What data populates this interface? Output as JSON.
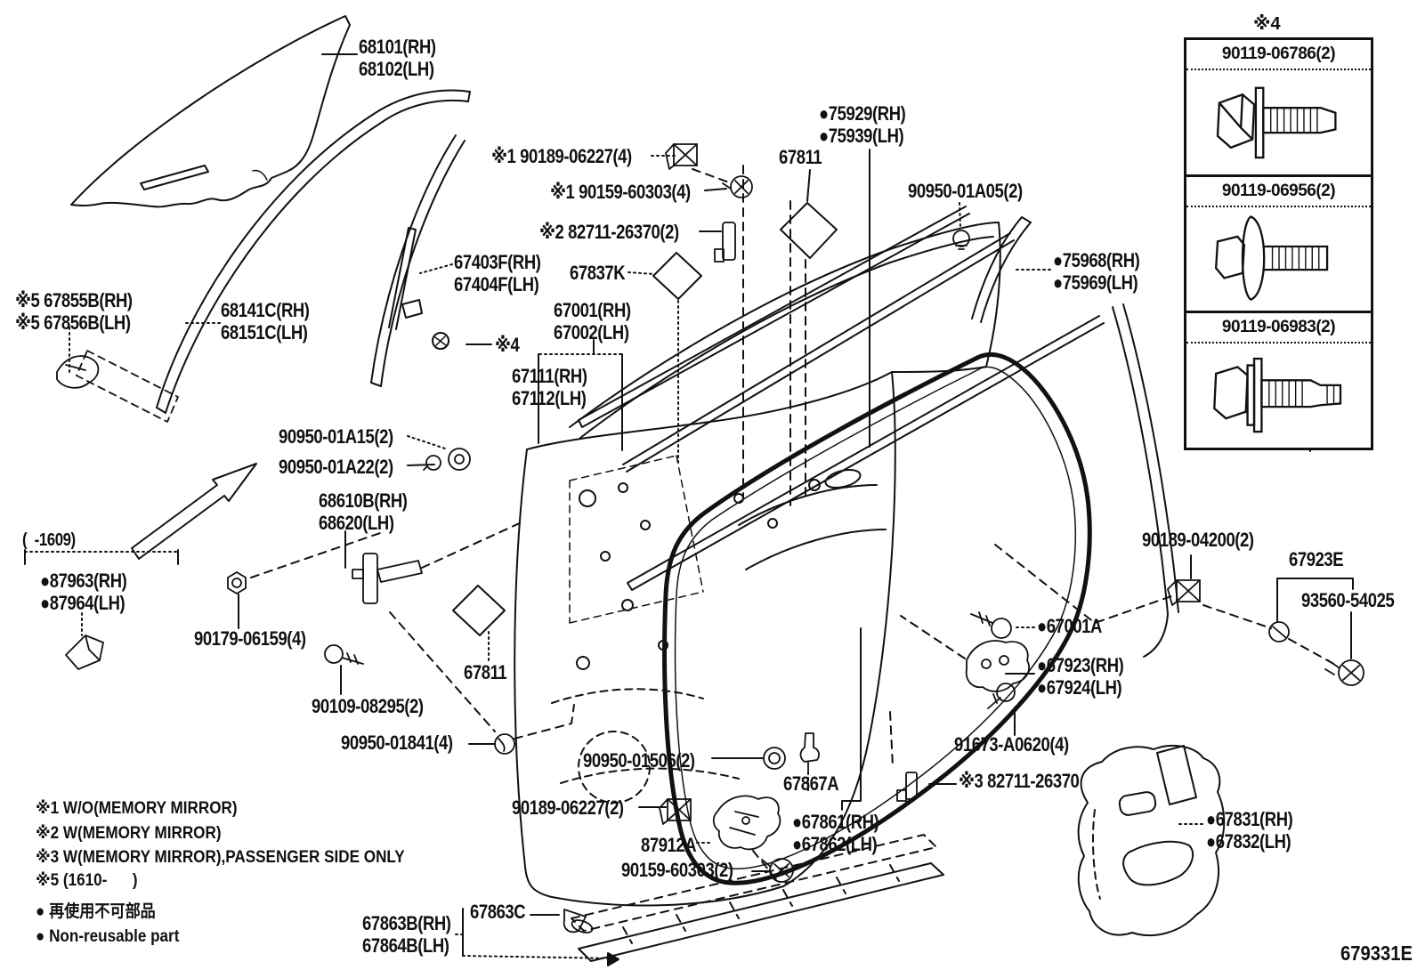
{
  "diagram": {
    "code": "679331E",
    "inset_ref": "※4",
    "inset_items": [
      "90119-06786(2)",
      "90119-06956(2)",
      "90119-06983(2)"
    ]
  },
  "legend": {
    "note1": "※1 W/O(MEMORY MIRROR)",
    "note2": "※2 W(MEMORY MIRROR)",
    "note3": "※3 W(MEMORY MIRROR),PASSENGER SIDE ONLY",
    "note5": "※5 (1610-      )",
    "nonreusable_jp": "● 再使用不可部品",
    "nonreusable_en": "● Non-reusable part"
  },
  "parts": {
    "glass": {
      "l1": "68101(RH)",
      "l2": "68102(LH)"
    },
    "clip_top": {
      "l1": "※1 90189-06227(4)"
    },
    "screw_top": {
      "l1": "※1 90159-60303(4)"
    },
    "stay_top": {
      "l1": "※2 82711-26370(2)"
    },
    "pad_67837k": {
      "l1": "67837K"
    },
    "panel_67001": {
      "l1": "67001(RH)",
      "l2": "67002(LH)"
    },
    "panel_67111": {
      "l1": "67111(RH)",
      "l2": "67112(LH)"
    },
    "spacer_top": {
      "l1": "67811"
    },
    "strip_75929": {
      "l1": "●75929(RH)",
      "l2": "●75939(LH)"
    },
    "clip_01a05": {
      "l1": "90950-01A05(2)"
    },
    "strip_75968": {
      "l1": "●75968(RH)",
      "l2": "●75969(LH)"
    },
    "cover_67855b": {
      "l1": "※5 67855B(RH)",
      "l2": "※5 67856B(LH)"
    },
    "run_68141c": {
      "l1": "68141C(RH)",
      "l2": "68151C(LH)"
    },
    "sash_67403f": {
      "l1": "67403F(RH)",
      "l2": "67404F(LH)"
    },
    "ref4": {
      "l1": "※4"
    },
    "gr_01a15": {
      "l1": "90950-01A15(2)"
    },
    "gr_01a22": {
      "l1": "90950-01A22(2)"
    },
    "check_68610b": {
      "l1": "68610B(RH)",
      "l2": "68620(LH)"
    },
    "range_1609": {
      "l1": "(  -1609)"
    },
    "mir_87963": {
      "l1": "●87963(RH)",
      "l2": "●87964(LH)"
    },
    "nut_90179": {
      "l1": "90179-06159(4)"
    },
    "bolt_90109": {
      "l1": "90109-08295(2)"
    },
    "gr_01841": {
      "l1": "90950-01841(4)"
    },
    "spacer_bot": {
      "l1": "67811"
    },
    "plug_01506": {
      "l1": "90950-01506(2)"
    },
    "clip_67867a": {
      "l1": "67867A"
    },
    "clip_06227b": {
      "l1": "90189-06227(2)"
    },
    "latch_87912a": {
      "l1": "87912A"
    },
    "ws_67861": {
      "l1": "●67861(RH)",
      "l2": "●67862(LH)"
    },
    "screw_60303b": {
      "l1": "90159-60303(2)"
    },
    "clip_67863c": {
      "l1": "67863C"
    },
    "mold_67863b": {
      "l1": "67863B(RH)",
      "l2": "67864B(LH)"
    },
    "clip_04200": {
      "l1": "90189-04200(2)"
    },
    "kit_67923e": {
      "l1": "67923E"
    },
    "screw_93560": {
      "l1": "93560-54025"
    },
    "bolt_67001a": {
      "l1": "●67001A"
    },
    "stop_67923": {
      "l1": "●67923(RH)",
      "l2": "●67924(LH)"
    },
    "screw_91673": {
      "l1": "91673-A0620(4)"
    },
    "stay_82711_3": {
      "l1": "※3 82711-26370"
    },
    "cover_67831": {
      "l1": "●67831(RH)",
      "l2": "●67832(LH)"
    }
  }
}
